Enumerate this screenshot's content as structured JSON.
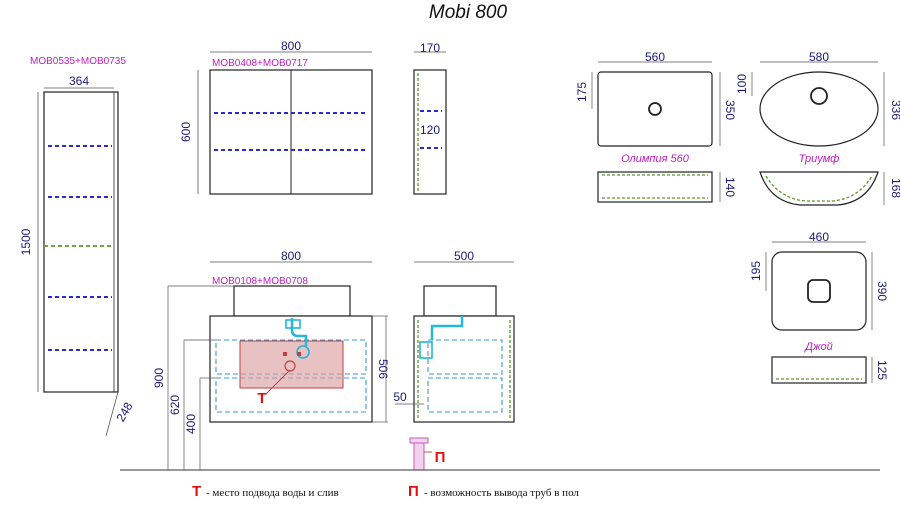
{
  "title": "Mobi 800",
  "column": {
    "code": "MOB0535+MOB0735",
    "width": "364",
    "height": "1500",
    "depth": "248"
  },
  "mirror": {
    "code": "MOB0408+MOB0717",
    "width": "800",
    "height": "600"
  },
  "mirror_side": {
    "depth": "170",
    "shelf": "120"
  },
  "vanity": {
    "code": "MOB0108+MOB0708",
    "width": "800",
    "h_total": "900",
    "h_mid": "620",
    "h_low": "400",
    "h_body": "506"
  },
  "vanity_side": {
    "depth": "500",
    "offset": "50"
  },
  "olympia": {
    "name": "Олимпия 560",
    "width": "560",
    "hole": "175",
    "depth": "350",
    "height": "140"
  },
  "triumph": {
    "name": "Триумф",
    "width": "580",
    "hole": "100",
    "depth": "336",
    "height": "168"
  },
  "joy": {
    "name": "Джой",
    "width": "460",
    "hole": "195",
    "depth": "390",
    "height": "125"
  },
  "legend": {
    "t_mark": "Т",
    "t_text": "- место подвода воды и слив",
    "p_mark": "П",
    "p_text": "- возможность вывода труб в пол"
  },
  "colors": {
    "dimension": "#1a1a78",
    "code": "#c01cc0",
    "marker": "#e01010",
    "pipe": "#22b8d8",
    "shelf": "#2a2ad0",
    "red_zone": "#d99a9a"
  }
}
